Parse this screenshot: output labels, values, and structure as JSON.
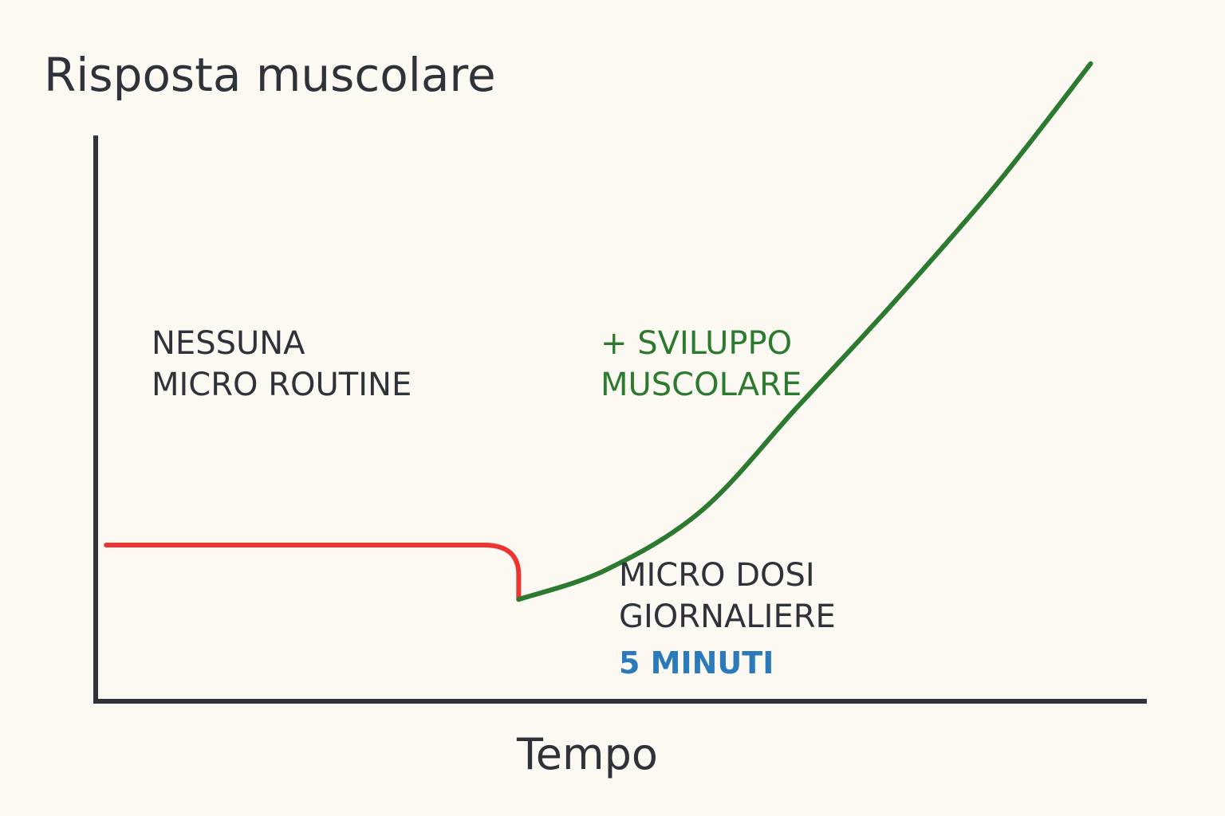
{
  "chart_data": {
    "type": "line",
    "title": "Risposta muscolare",
    "ylabel": "Risposta muscolare",
    "xlabel": "Tempo",
    "xlim": [
      0,
      10
    ],
    "ylim": [
      0,
      10
    ],
    "grid": false,
    "series": [
      {
        "name": "NESSUNA MICRO ROUTINE",
        "color": "#ee3430",
        "x": [
          0.1,
          3.7,
          4.03
        ],
        "y": [
          2.76,
          2.76,
          1.8
        ]
      },
      {
        "name": "MICRO DOSI GIORNALIERE",
        "color": "#2c7a2f",
        "x": [
          4.03,
          4.86,
          5.78,
          6.69,
          7.6,
          8.59,
          9.48
        ],
        "y": [
          1.8,
          2.32,
          3.38,
          5.21,
          7.04,
          9.15,
          11.27
        ]
      }
    ],
    "annotations": {
      "no_routine": [
        "NESSUNA",
        "MICRO ROUTINE"
      ],
      "development": [
        "+ SVILUPPO",
        "MUSCOLARE"
      ],
      "micro_doses": [
        "MICRO DOSI",
        "GIORNALIERE"
      ],
      "duration": "5 MINUTI"
    },
    "colors": {
      "axis": "#30323a",
      "accent_blue": "#2b7bbc"
    }
  }
}
